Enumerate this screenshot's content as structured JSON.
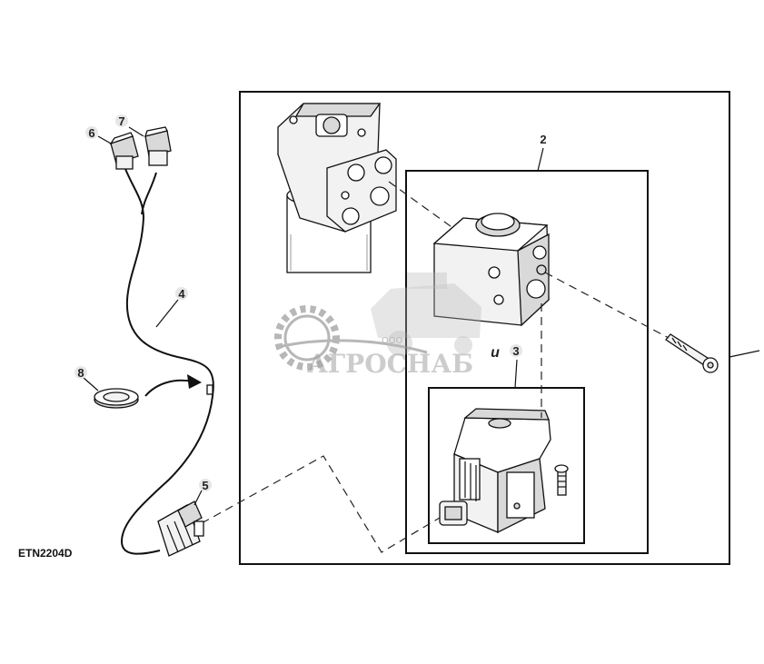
{
  "diagram": {
    "drawing_code": "ETN2204D",
    "callouts": {
      "c2": "2",
      "c3": "3",
      "c4": "4",
      "c5": "5",
      "c6": "6",
      "c7": "7",
      "c8": "8",
      "c_u": "u"
    }
  },
  "watermark": {
    "company_prefix": "ООО",
    "company_name": "АГРОСНАБ"
  }
}
